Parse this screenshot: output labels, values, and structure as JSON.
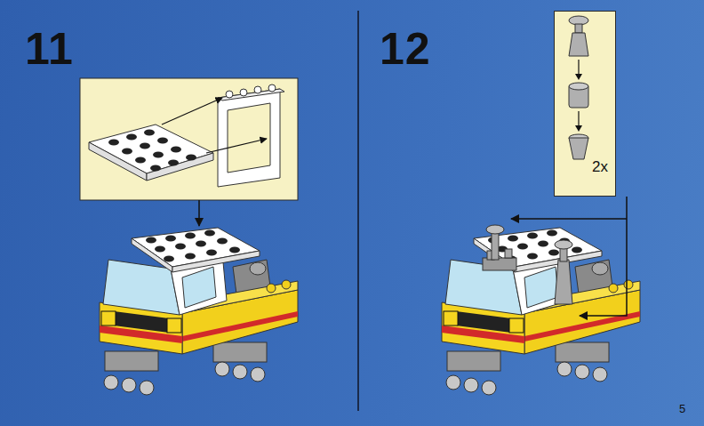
{
  "diagram": {
    "nodes": [
      {
        "text": [
          "2x"
        ]
      }
    ],
    "labels": [
      "11",
      "12",
      "5"
    ]
  }
}
